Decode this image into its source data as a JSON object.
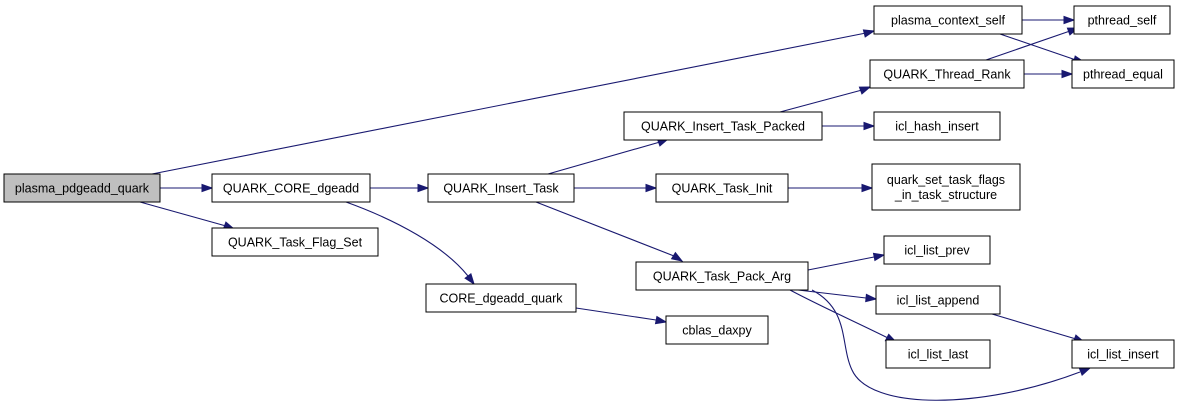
{
  "graph": {
    "nodes": [
      {
        "id": "n_root",
        "label": [
          "plasma_pdgeadd_quark"
        ],
        "highlighted": true
      },
      {
        "id": "n_core_dgeadd",
        "label": [
          "QUARK_CORE_dgeadd"
        ]
      },
      {
        "id": "n_flag_set",
        "label": [
          "QUARK_Task_Flag_Set"
        ]
      },
      {
        "id": "n_insert_task",
        "label": [
          "QUARK_Insert_Task"
        ]
      },
      {
        "id": "n_core_dgeadd_quark",
        "label": [
          "CORE_dgeadd_quark"
        ]
      },
      {
        "id": "n_ctx_self",
        "label": [
          "plasma_context_self"
        ]
      },
      {
        "id": "n_insert_packed",
        "label": [
          "QUARK_Insert_Task_Packed"
        ]
      },
      {
        "id": "n_task_init",
        "label": [
          "QUARK_Task_Init"
        ]
      },
      {
        "id": "n_pack_arg",
        "label": [
          "QUARK_Task_Pack_Arg"
        ]
      },
      {
        "id": "n_cblas",
        "label": [
          "cblas_daxpy"
        ]
      },
      {
        "id": "n_thread_rank",
        "label": [
          "QUARK_Thread_Rank"
        ]
      },
      {
        "id": "n_hash_insert",
        "label": [
          "icl_hash_insert"
        ]
      },
      {
        "id": "n_task_flags",
        "label": [
          "quark_set_task_flags",
          "_in_task_structure"
        ]
      },
      {
        "id": "n_list_prev",
        "label": [
          "icl_list_prev"
        ]
      },
      {
        "id": "n_list_append",
        "label": [
          "icl_list_append"
        ]
      },
      {
        "id": "n_list_last",
        "label": [
          "icl_list_last"
        ]
      },
      {
        "id": "n_pthread_self",
        "label": [
          "pthread_self"
        ]
      },
      {
        "id": "n_pthread_equal",
        "label": [
          "pthread_equal"
        ]
      },
      {
        "id": "n_list_insert",
        "label": [
          "icl_list_insert"
        ]
      }
    ],
    "edges": [
      {
        "from": "n_root",
        "to": "n_ctx_self"
      },
      {
        "from": "n_root",
        "to": "n_core_dgeadd"
      },
      {
        "from": "n_root",
        "to": "n_flag_set"
      },
      {
        "from": "n_core_dgeadd",
        "to": "n_insert_task"
      },
      {
        "from": "n_core_dgeadd",
        "to": "n_core_dgeadd_quark"
      },
      {
        "from": "n_insert_task",
        "to": "n_insert_packed"
      },
      {
        "from": "n_insert_task",
        "to": "n_task_init"
      },
      {
        "from": "n_insert_task",
        "to": "n_pack_arg"
      },
      {
        "from": "n_core_dgeadd_quark",
        "to": "n_cblas"
      },
      {
        "from": "n_ctx_self",
        "to": "n_pthread_self"
      },
      {
        "from": "n_ctx_self",
        "to": "n_pthread_equal"
      },
      {
        "from": "n_insert_packed",
        "to": "n_thread_rank"
      },
      {
        "from": "n_insert_packed",
        "to": "n_hash_insert"
      },
      {
        "from": "n_thread_rank",
        "to": "n_pthread_self"
      },
      {
        "from": "n_thread_rank",
        "to": "n_pthread_equal"
      },
      {
        "from": "n_task_init",
        "to": "n_task_flags"
      },
      {
        "from": "n_pack_arg",
        "to": "n_list_prev"
      },
      {
        "from": "n_pack_arg",
        "to": "n_list_append"
      },
      {
        "from": "n_pack_arg",
        "to": "n_list_last"
      },
      {
        "from": "n_pack_arg",
        "to": "n_list_insert"
      },
      {
        "from": "n_list_append",
        "to": "n_list_insert"
      }
    ]
  },
  "colors": {
    "node_fill": "#ffffff",
    "highlight_fill": "#bfbfbf",
    "node_border": "#000000",
    "edge": "#191970"
  }
}
